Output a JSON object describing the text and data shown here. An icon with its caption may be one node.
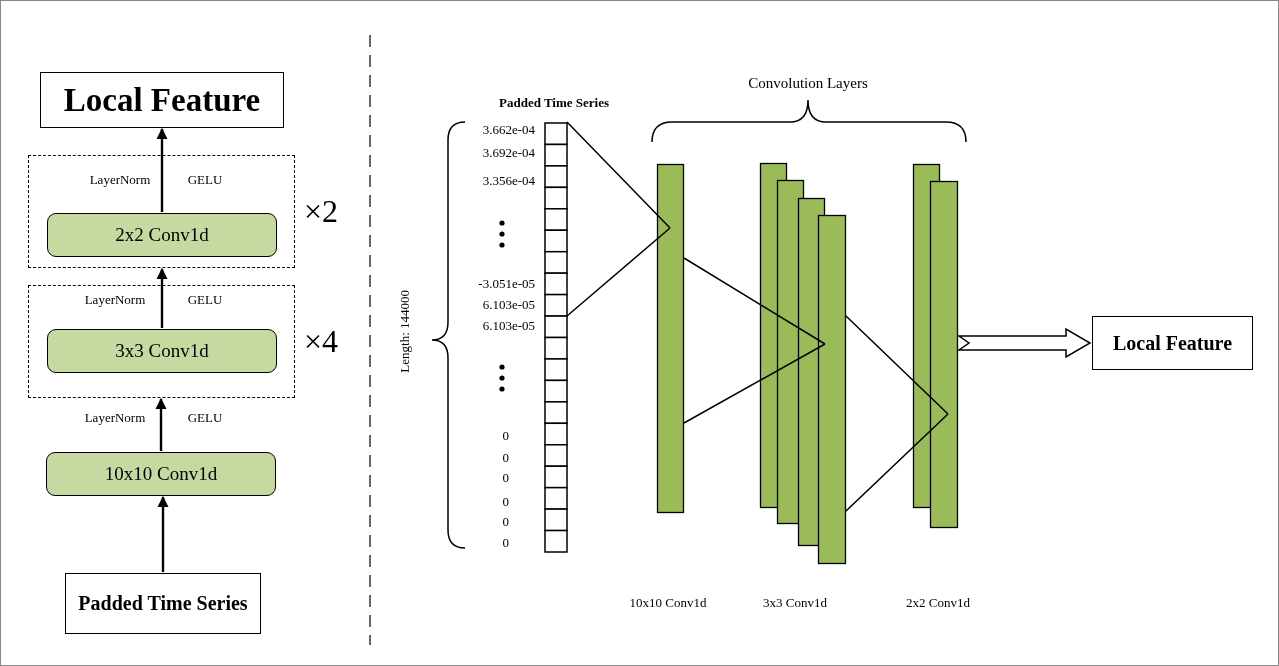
{
  "diagram": {
    "nodes": [
      {
        "text": [
          "Local Feature"
        ]
      },
      {
        "text": [],
        "shape": "box",
        "beside": [
          "×2"
        ]
      },
      {
        "text": [
          "2x2 Conv1d"
        ],
        "in": 1
      },
      {
        "text": [],
        "shape": "box",
        "beside": [
          "×4"
        ]
      },
      {
        "text": [
          "3x3 Conv1d"
        ],
        "in": 3
      },
      {
        "text": [
          "10x10 Conv1d"
        ]
      },
      {
        "text": [
          "Padded Time Series"
        ]
      },
      {
        "text": [
          "Padded Time Series"
        ]
      },
      {
        "text": [],
        "shape": "bar"
      },
      {
        "text": [],
        "shape": "bar"
      },
      {
        "text": [],
        "shape": "bar"
      },
      {
        "text": [
          "Local Feature"
        ]
      }
    ],
    "edges": [
      {
        "from": 6,
        "to": 5,
        "arrow": "to"
      },
      {
        "from": 5,
        "to": 3,
        "arrow": "to"
      },
      {
        "from": 4,
        "to": 1,
        "arrow": "to"
      },
      {
        "from": 2,
        "to": 0,
        "arrow": "to"
      },
      {
        "from": 7,
        "to": 8,
        "arrow": "none"
      },
      {
        "from": 8,
        "to": 9,
        "arrow": "none"
      },
      {
        "from": 9,
        "to": 10,
        "arrow": "none"
      },
      {
        "from": 10,
        "to": 11,
        "arrow": "to",
        "style": "thick"
      }
    ],
    "labels": [
      "LayerNorm",
      "GELU",
      "LayerNorm",
      "GELU",
      "LayerNorm",
      "GELU",
      "Convolution Layers",
      "Length: 144000",
      "3.662e-04",
      "3.692e-04",
      "3.356e-04",
      "-3.051e-05",
      "6.103e-05",
      "6.103e-05",
      "0",
      "0",
      "0",
      "0",
      "0",
      "0",
      "10x10 Conv1d",
      "3x3 Conv1d",
      "2x2 Conv1d"
    ]
  }
}
